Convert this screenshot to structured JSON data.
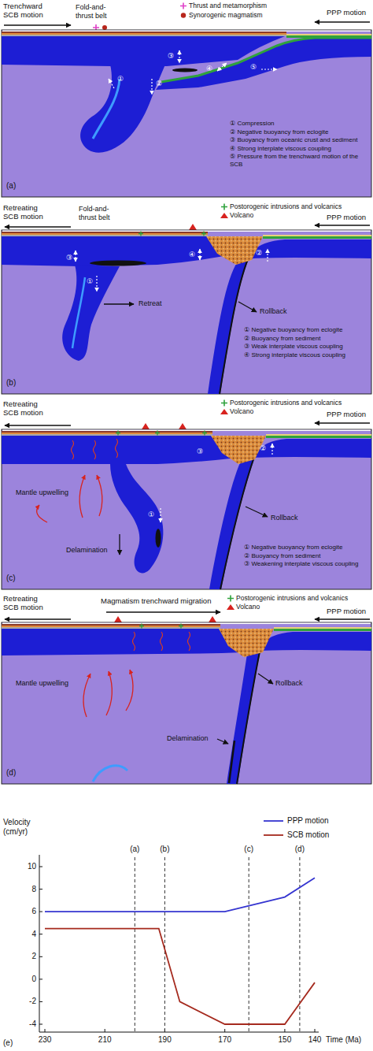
{
  "diagram": {
    "labels": [
      "Trenchward SCB motion",
      "Fold-and-thrust belt",
      "PPP motion",
      "①",
      "②",
      "③",
      "④",
      "⑤",
      "① Compression",
      "② Negative buoyancy from eclogite",
      "③ Buoyancy from oceanic crust and sediment",
      "④ Strong interplate viscous coupling",
      "⑤ Pressure from the trenchward motion of the SCB",
      "(a)",
      "Retreating SCB motion",
      "Fold-and-thrust belt",
      "PPP motion",
      "Retreat",
      "Rollback",
      "③",
      "①",
      "④",
      "②",
      "① Negative buoyancy from eclogite",
      "② Buoyancy from sediment",
      "③ Weak interplate viscous coupling",
      "④ Strong interplate viscous coupling",
      "(b)",
      "Retreating SCB motion",
      "PPP motion",
      "Mantle upwelling",
      "Delamination",
      "Rollback",
      "③",
      "②",
      "①",
      "① Negative buoyancy from eclogite",
      "② Buoyancy from sediment",
      "③ Weakening interplate viscous coupling",
      "(c)",
      "Retreating SCB motion",
      "Magmatism trenchward migration",
      "PPP motion",
      "Mantle upwelling",
      "Delamination",
      "Rollback",
      "(d)",
      "Velocity (cm/yr)",
      "10",
      "8",
      "6",
      "4",
      "2",
      "0",
      "-2",
      "-4",
      "230",
      "210",
      "190",
      "170",
      "150",
      "140",
      "Time (Ma)",
      "(a)",
      "(b)",
      "(c)",
      "(d)",
      "(e)"
    ],
    "legend": [
      {
        "text": "Thrust and metamorphism"
      },
      {
        "text": "Synorogenic magmatism"
      },
      {
        "text": "Postorogenic intrusions and volcanics"
      },
      {
        "text": "Volcano"
      },
      {
        "text": "Postorogenic intrusions and volcanics"
      },
      {
        "text": "Volcano"
      },
      {
        "text": "Postorogenic intrusions and volcanics"
      },
      {
        "text": "Volcano"
      },
      {
        "text": "PPP motion"
      },
      {
        "text": "SCB motion"
      }
    ]
  }
}
